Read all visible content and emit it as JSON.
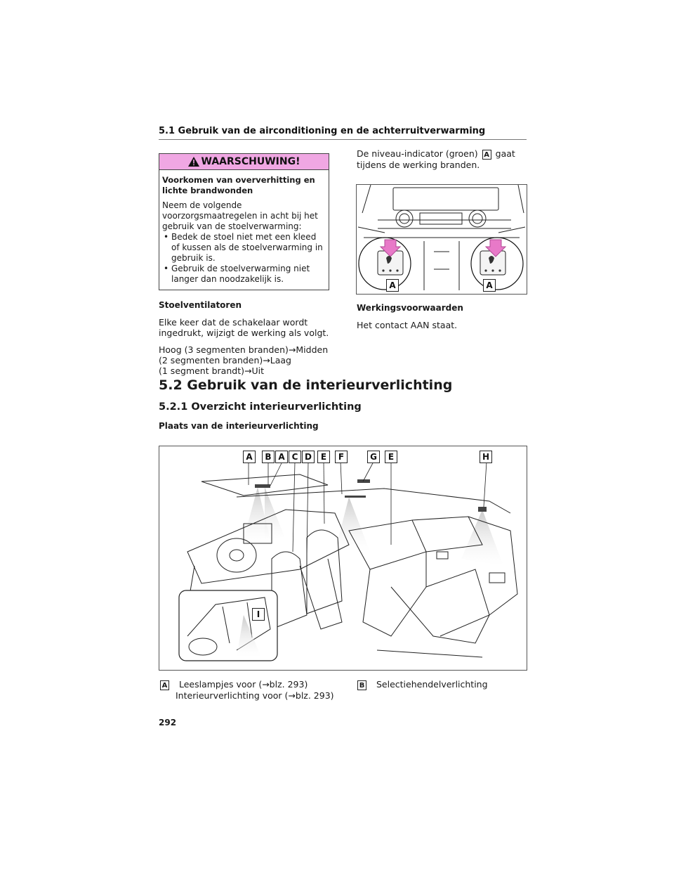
{
  "header": {
    "title": "5.1 Gebruik van de airconditioning en de achterruitverwarming"
  },
  "warning": {
    "title": "WAARSCHUWING!",
    "subtitle": "Voorkomen van oververhitting en lichte brandwonden",
    "intro": "Neem de volgende voorzorgsmaatregelen in acht bij het gebruik van de stoelverwarming:",
    "bullets": [
      "Bedek de stoel niet met een kleed of kussen als de stoelverwarming in gebruik is.",
      "Gebruik de stoelverwarming niet langer dan noodzakelijk is."
    ]
  },
  "left_col": {
    "heading": "Stoelventilatoren",
    "para1": "Elke keer dat de schakelaar wordt ingedrukt, wijzigt de werking als volgt.",
    "para2_line1": "Hoog (3 segmenten branden)→Midden",
    "para2_line2": "(2 segmenten branden)→Laag",
    "para2_line3": "(1 segment brandt)→Uit"
  },
  "right_col": {
    "indicator_pre": "De niveau-indicator (groen)",
    "indicator_label": "A",
    "indicator_post": "gaat",
    "indicator_line2": "tijdens de werking branden.",
    "figure_labels": [
      "A",
      "A"
    ],
    "conditions_heading": "Werkingsvoorwaarden",
    "conditions_text": "Het contact AAN staat."
  },
  "section": {
    "h1": "5.2 Gebruik van de interieurverlichting",
    "h2": "5.2.1 Overzicht interieurverlichting",
    "h3": "Plaats van de interieurverlichting"
  },
  "interior_figure": {
    "labels": [
      "A",
      "B",
      "A",
      "C",
      "D",
      "E",
      "F",
      "G",
      "E",
      "H"
    ],
    "inset_label": "I"
  },
  "legend": [
    {
      "key": "A",
      "line1": "Leeslampjes voor (→blz. 293)",
      "line2": "Interieurverlichting voor (→blz. 293)"
    },
    {
      "key": "B",
      "line1": "Selectiehendelverlichting",
      "line2": ""
    }
  ],
  "page_number": "292",
  "colors": {
    "warning_bg": "#f0a7e3",
    "arrow_pink": "#e879c8"
  }
}
